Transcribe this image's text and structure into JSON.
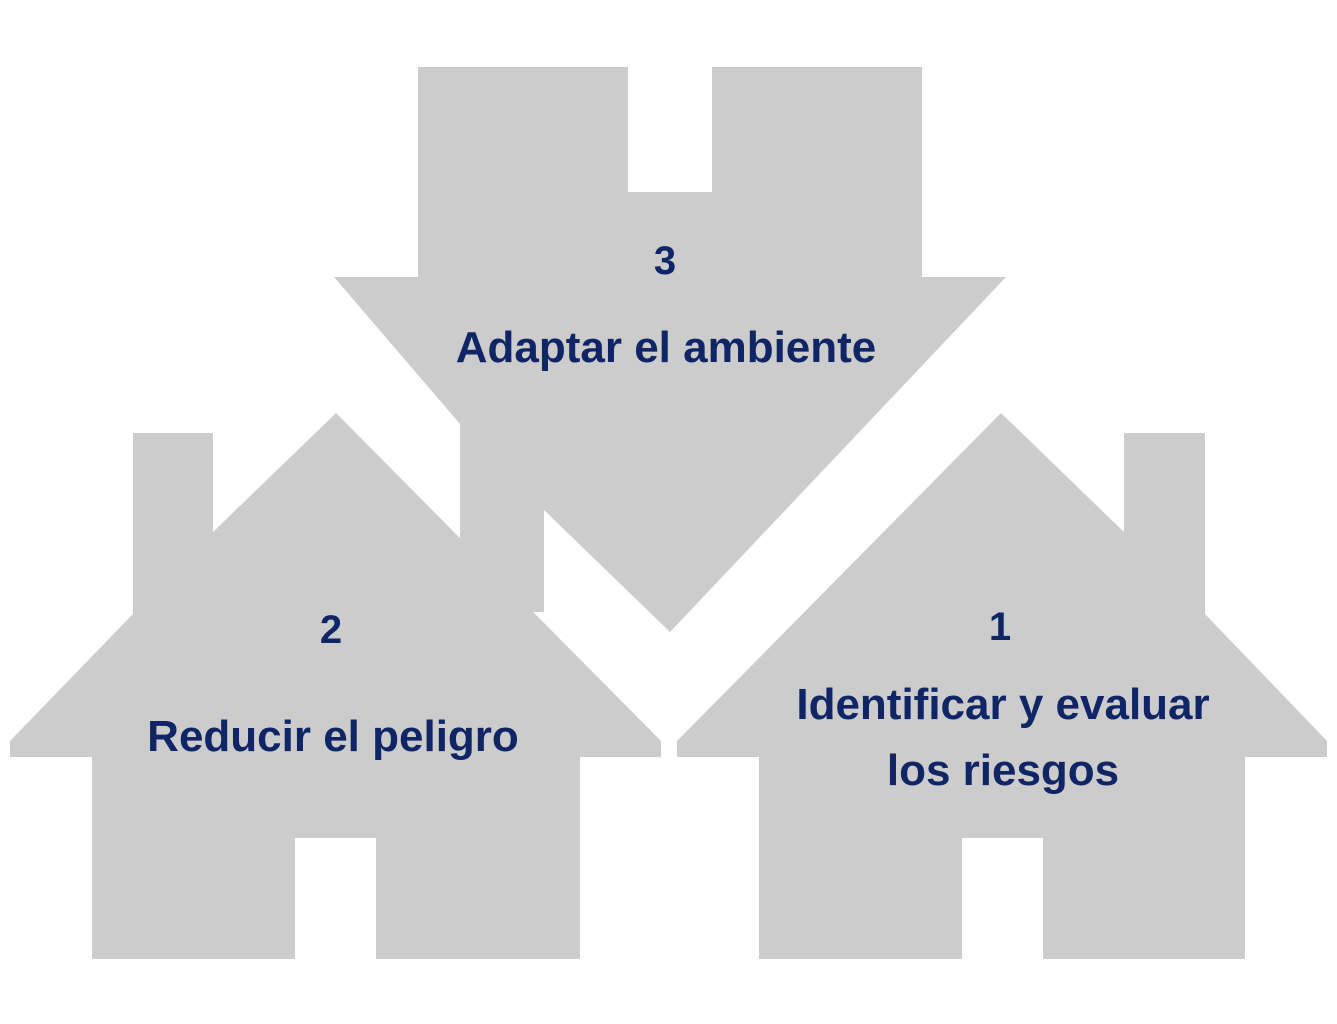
{
  "diagram": {
    "colors": {
      "shape_fill": "#cccccc",
      "text": "#0f2566",
      "background": "#ffffff"
    },
    "steps": [
      {
        "number": "1",
        "line1": "Identificar y evaluar",
        "line2": "los riesgos",
        "shape": "house"
      },
      {
        "number": "2",
        "line1": "Reducir el peligro",
        "shape": "house"
      },
      {
        "number": "3",
        "line1": "Adaptar el ambiente",
        "shape": "inverted-house"
      }
    ]
  }
}
